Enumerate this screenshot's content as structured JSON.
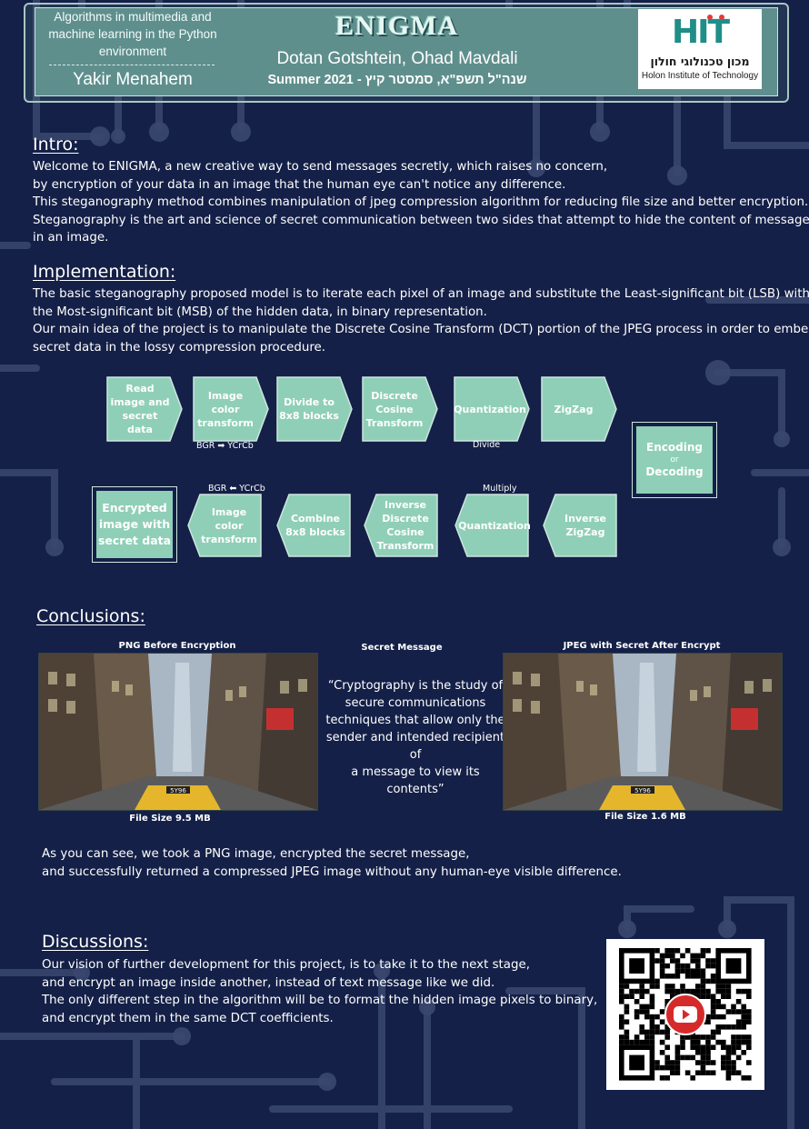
{
  "header": {
    "course": "Algorithms in multimedia and machine learning in the Python environment",
    "lecturer": "Yakir Menahem",
    "title": "ENIGMA",
    "authors": "Dotan Gotshtein, Ohad Mavdali",
    "semester": "שנה\"ל תשפ\"א, סמסטר קיץ - Summer 2021",
    "logo_mark": "HIT",
    "logo_hebrew": "מכון טכנולוגי חולון",
    "logo_english": "Holon Institute of Technology"
  },
  "intro": {
    "heading": "Intro:",
    "lines": [
      "Welcome to ENIGMA, a new creative way to send messages secretly, which raises no concern,",
      "by encryption of your data in an image that the human eye can't notice any difference.",
      "This steganography method combines manipulation of jpeg compression algorithm for reducing file size and better encryption.",
      "Steganography is the art and science of secret communication between two sides that attempt to hide the content of messages",
      "in an image."
    ]
  },
  "implementation": {
    "heading": "Implementation:",
    "lines": [
      "The basic steganography proposed model is to iterate each pixel of an image and substitute the Least-significant bit (LSB) with",
      "the Most-significant bit (MSB) of the hidden data, in binary representation.",
      "Our main idea of the project is to manipulate the Discrete Cosine Transform (DCT) portion of the JPEG process in order to embed",
      "secret data in the lossy compression procedure."
    ]
  },
  "flow": {
    "top": [
      "Read image and secret data",
      "Image color transform",
      "Divide to 8x8 blocks",
      "Discrete Cosine Transform",
      "Quantization",
      "ZigZag"
    ],
    "middle_top": "Encoding",
    "middle_or": "or",
    "middle_bottom": "Decoding",
    "bottom": [
      "Inverse ZigZag",
      "Quantization",
      "Inverse Discrete Cosine Transform",
      "Combine 8x8 blocks",
      "Image color transform",
      "Encrypted image with secret data"
    ],
    "note_bgr_top": "BGR ➡ YCrCb",
    "note_divide": "Divide",
    "note_multiply": "Multiply",
    "note_bgr_bottom": "BGR ⬅ YCrCb"
  },
  "conclusions": {
    "heading": "Conclusions:",
    "left_caption": "PNG Before Encryption",
    "left_size": "File Size 9.5 MB",
    "middle_caption": "Secret Message",
    "quote_lines": [
      "“Cryptography is the study of",
      "secure communications",
      "techniques that allow only the",
      "sender and intended recipient of",
      "a message to view its contents”"
    ],
    "right_caption": "JPEG with Secret After Encrypt",
    "right_size": "File Size 1.6 MB",
    "taxi_sign": "5Y96",
    "summary_lines": [
      "As you can see, we took a PNG image, encrypted the secret message,",
      "and successfully returned a compressed JPEG image without any human-eye visible difference."
    ]
  },
  "discussions": {
    "heading": "Discussions:",
    "lines": [
      "Our vision of further development for this project, is to take it to the next stage,",
      "and encrypt an image inside another, instead of text message like we did.",
      "The only different step in the algorithm will be to format the hidden image pixels to binary,",
      "and encrypt them in the same DCT coefficients."
    ]
  },
  "colors": {
    "background": "#142047",
    "circuit": "#4c5a80",
    "box_fill": "#8fcfb8",
    "box_border": "#cde6df",
    "header_panel": "#5f8f8d",
    "play_button": "#d62a2a"
  },
  "qr": {
    "icon": "youtube-play-icon"
  }
}
